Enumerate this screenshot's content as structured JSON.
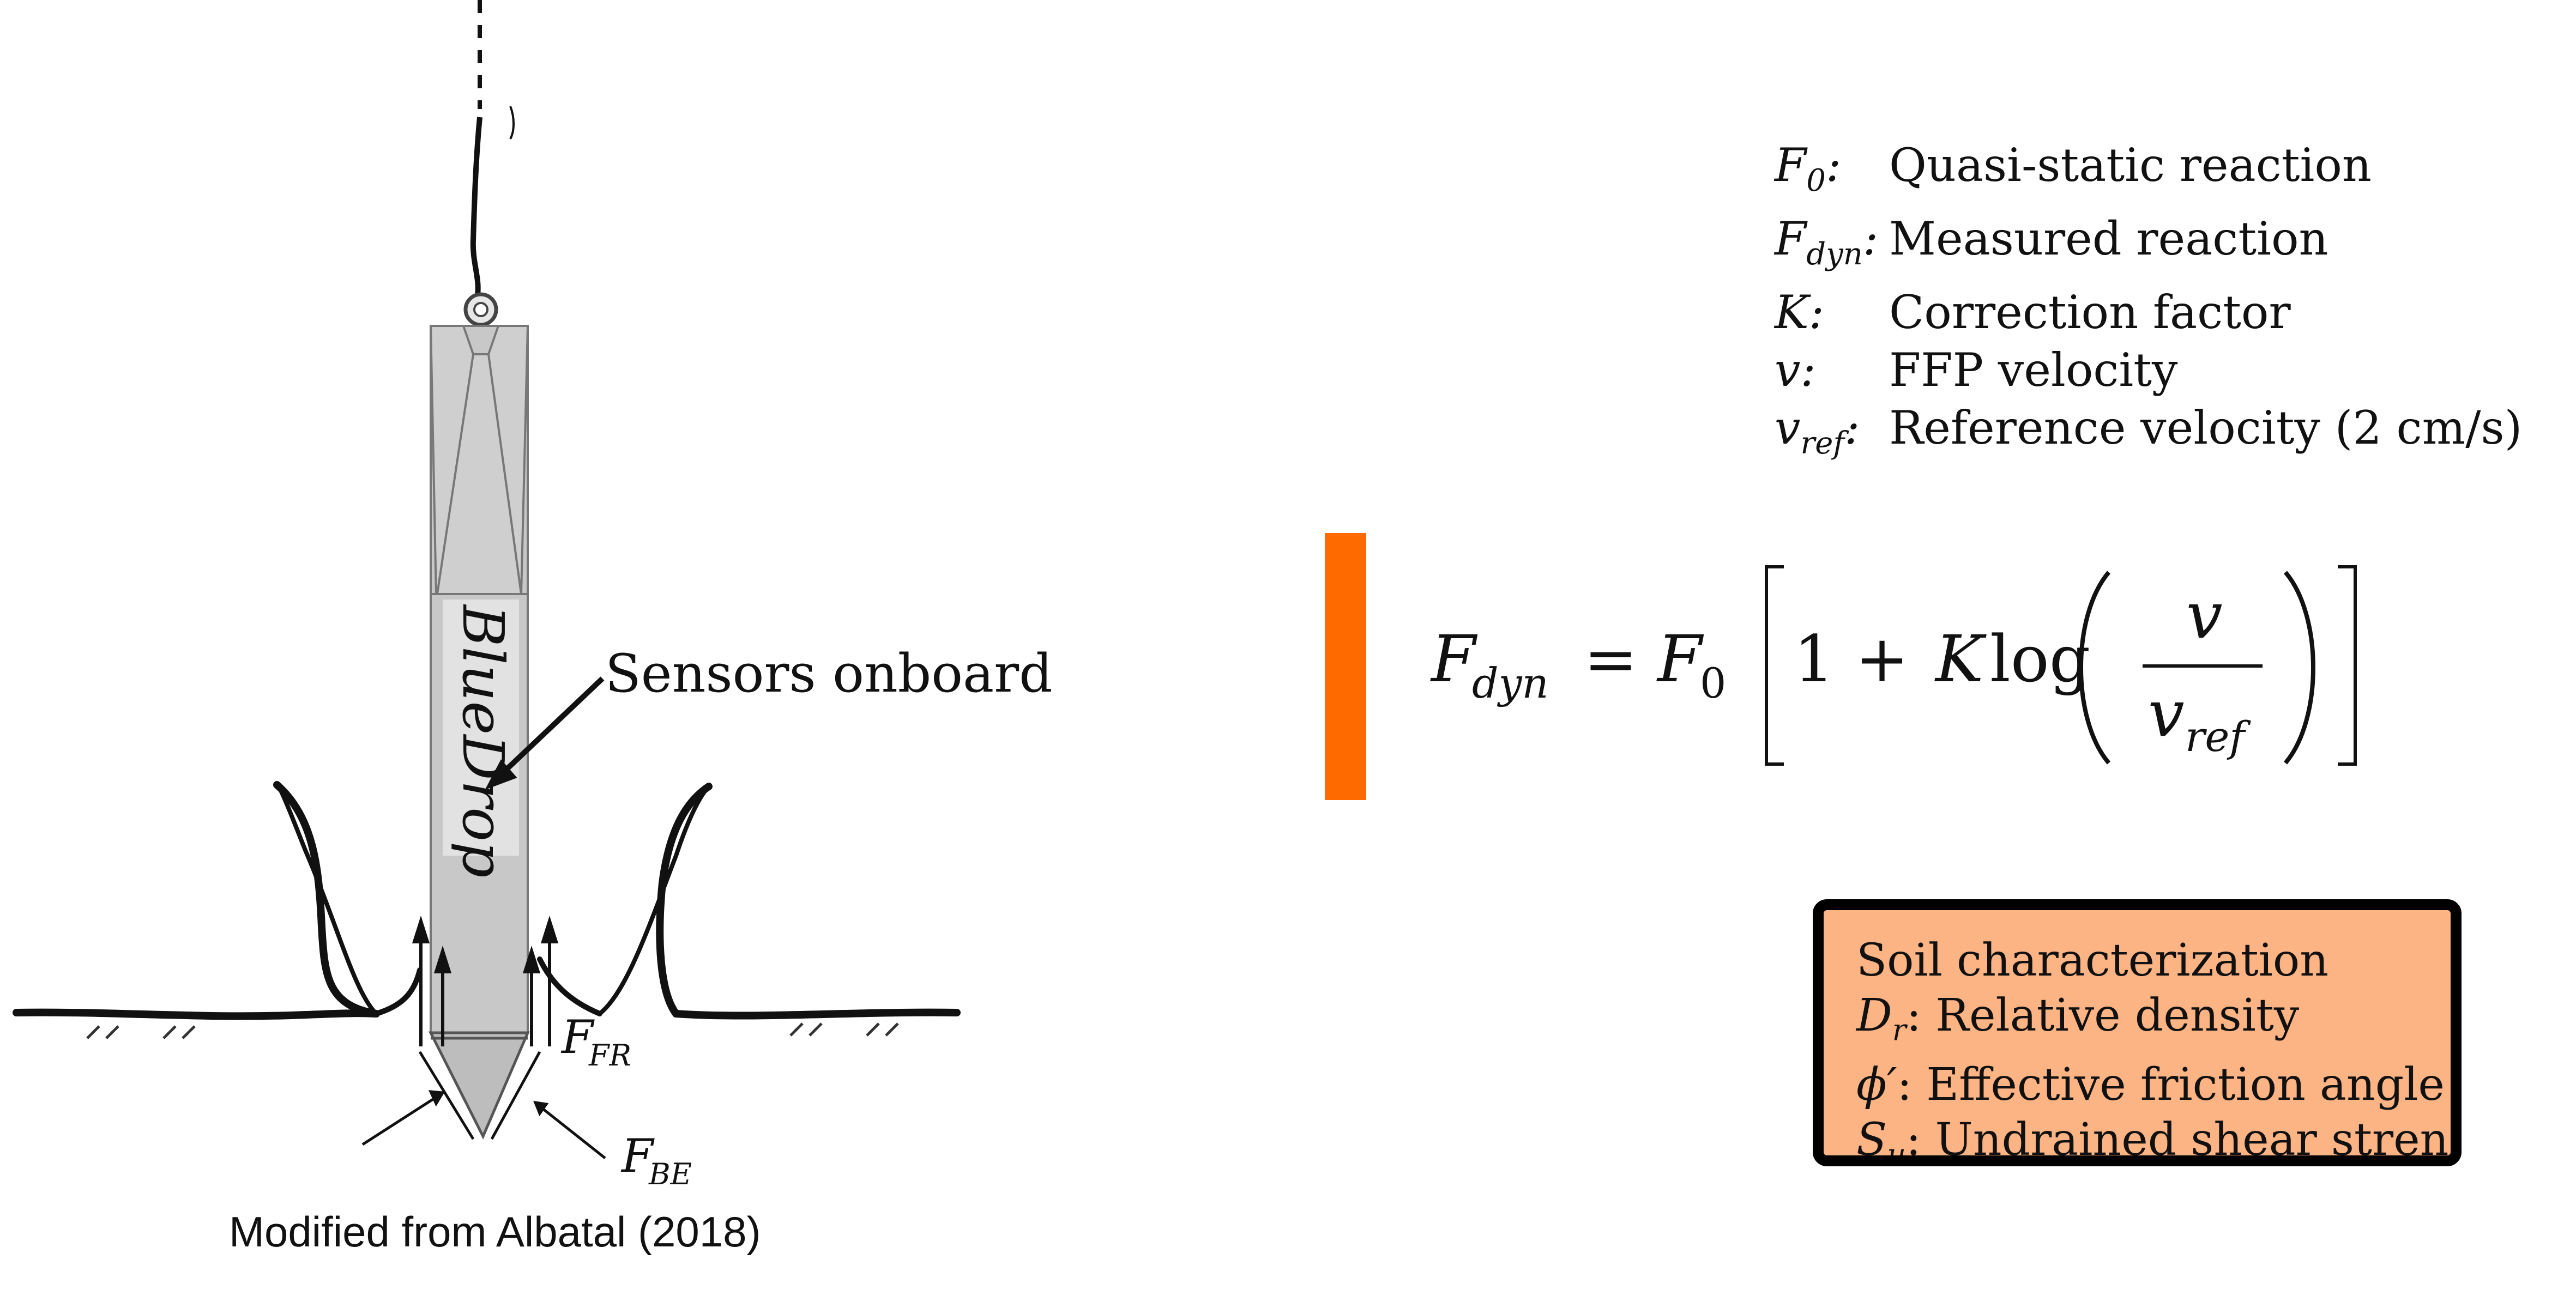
{
  "legend": {
    "items": [
      {
        "symbol_base": "F",
        "symbol_sub": "0",
        "definition": "Quasi-static reaction"
      },
      {
        "symbol_base": "F",
        "symbol_sub": "dyn",
        "definition": "Measured reaction"
      },
      {
        "symbol_base": "K",
        "symbol_sub": "",
        "definition": "Correction factor"
      },
      {
        "symbol_base": "v",
        "symbol_sub": "",
        "definition": "FFP velocity"
      },
      {
        "symbol_base": "v",
        "symbol_sub": "ref",
        "definition": "Reference velocity (2 cm/s)"
      }
    ]
  },
  "equation": {
    "lhs_base": "F",
    "lhs_sub": "dyn",
    "equals": "=",
    "f0_base": "F",
    "f0_sub": "0",
    "one_plus": "1 +",
    "k": "K",
    "log": "log",
    "numerator": "v",
    "denominator_base": "v",
    "denominator_sub": "ref"
  },
  "soil": {
    "title": "Soil characterization",
    "items": [
      {
        "symbol_base": "D",
        "symbol_sub": "r",
        "definition": "Relative density"
      },
      {
        "symbol_base": "ϕ′",
        "symbol_sub": "",
        "definition": "Effective friction angle"
      },
      {
        "symbol_base": "S",
        "symbol_sub": "u",
        "definition": "Undrained shear strength"
      }
    ]
  },
  "probe": {
    "brand_label": "BlueDrop",
    "callout": "Sensors onboard",
    "force_friction": {
      "base": "F",
      "sub": "FR"
    },
    "force_bearing": {
      "base": "F",
      "sub": "BE"
    }
  },
  "caption": "Modified from Albatal (2018)",
  "colors": {
    "accent_bar": "#ff6a00",
    "soil_box_fill": "#fdb485",
    "probe_body": "#c8c8c8"
  }
}
